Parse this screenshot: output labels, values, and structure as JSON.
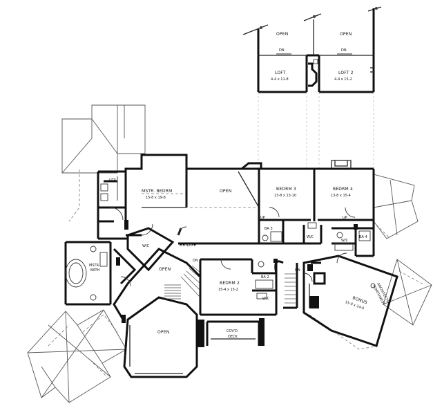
{
  "loft": {
    "open_left": "OPEN",
    "open_right": "OPEN",
    "dn_left": "DN",
    "dn_right": "DN",
    "loft1_name": "LOFT",
    "loft1_dim": "4-4 x 11-8",
    "loft2_name": "LOFT 2",
    "loft2_dim": "4-4 x 15-2"
  },
  "rooms": {
    "mstr_bedrm_name": "MSTR. BEDRM",
    "mstr_bedrm_dim": "15-8 x 19-8",
    "util": "UTIL",
    "open_center": "OPEN",
    "bedrm3_name": "BEDRM 3",
    "bedrm3_dim": "13-8 x 13-10",
    "bedrm4_name": "BEDRM 4",
    "bedrm4_dim": "13-8 x 15-4",
    "up_left": "UP",
    "ba3": "BA 3",
    "wic_b3": "W/C",
    "up_right": "UP",
    "wic_b4": "W/C",
    "ba4": "BA 4",
    "wic_mstr": "W/C",
    "bridge": "BRIDGE",
    "mstr_bath_1": "MSTR.",
    "mstr_bath_2": "BATH",
    "open_stair": "OPEN",
    "dn_stair": "DN",
    "bedrm2_name": "BEDRM 2",
    "bedrm2_dim": "15-4 x 15-2",
    "ba2": "BA 2",
    "wic_b2": "W/C",
    "dn_hall": "DN",
    "bonus_name": "BONUS",
    "bonus_dim": "15-0 x 24-0",
    "covd_deck_1": "COV'D",
    "covd_deck_2": "DECK",
    "open_lower": "OPEN"
  },
  "logo": {
    "line1": "ARCHITECTS",
    "line2": "NORTHWEST"
  }
}
